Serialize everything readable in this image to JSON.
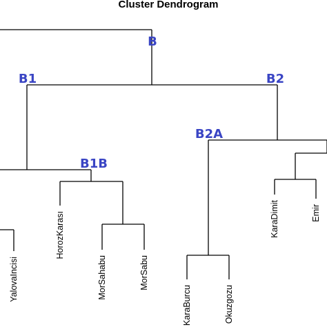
{
  "title": "Cluster Dendrogram",
  "branch_labels": {
    "b": "B",
    "b1": "B1",
    "b2": "B2",
    "b1b": "B1B",
    "b2a": "B2A"
  },
  "leaves": {
    "yalovaincisi": "YalovaIncisi",
    "horozkarasi": "HorozKarası",
    "morsahabu": "MorSahabu",
    "morsabu": "MorSabu",
    "karaburcu": "KaraBurcu",
    "okuzgozu": "Okuzgozu",
    "karadimit": "KaraDimit",
    "emir": "Emir"
  },
  "colors": {
    "branch_label": "#3a45c4",
    "lines": "#000000"
  }
}
